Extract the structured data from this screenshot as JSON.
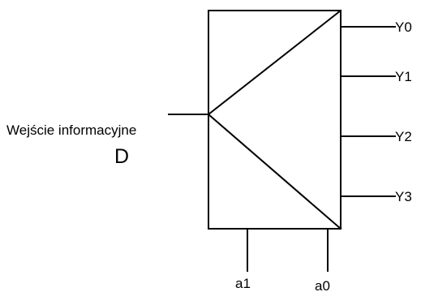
{
  "labels": {
    "input_text": "Wejście informacyjne",
    "input_symbol": "D",
    "outputs": [
      "Y0",
      "Y1",
      "Y2",
      "Y3"
    ],
    "select_lines": [
      "a1",
      "a0"
    ]
  },
  "colors": {
    "background": "#ffffff",
    "line": "#000000",
    "text": "#000000"
  }
}
